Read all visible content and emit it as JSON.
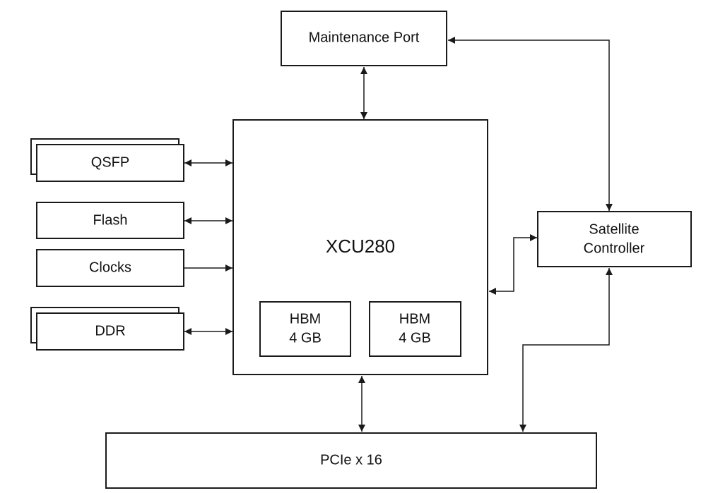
{
  "diagram": {
    "maintenance_port": "Maintenance Port",
    "fpga": "XCU280",
    "qsfp": "QSFP",
    "flash": "Flash",
    "clocks": "Clocks",
    "ddr": "DDR",
    "hbm_left": {
      "line1": "HBM",
      "line2": "4 GB"
    },
    "hbm_right": {
      "line1": "HBM",
      "line2": "4 GB"
    },
    "satellite_controller": {
      "line1": "Satellite",
      "line2": "Controller"
    },
    "pcie": "PCIe x 16"
  }
}
